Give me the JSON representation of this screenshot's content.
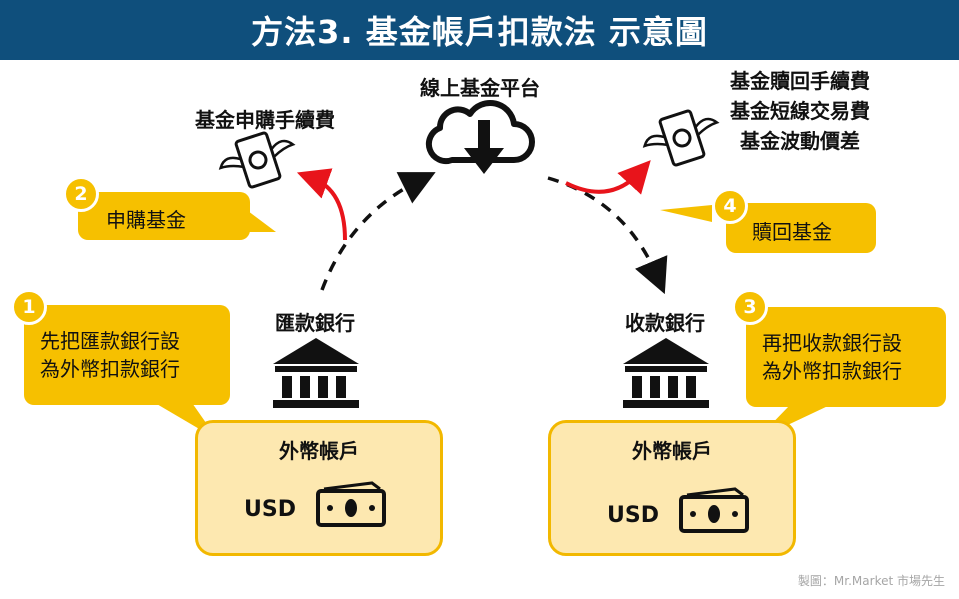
{
  "title": "方法3. 基金帳戶扣款法 示意圖",
  "platform": {
    "label": "線上基金平台",
    "icon": "cloud-download-icon"
  },
  "fees_left": {
    "label": "基金申購手續費",
    "icon": "flying-money-icon"
  },
  "fees_right": {
    "lines": [
      "基金贖回手續費",
      "基金短線交易費",
      "基金波動價差"
    ],
    "icon": "flying-money-icon"
  },
  "steps": [
    {
      "number": "1",
      "lines": [
        "先把匯款銀行設",
        "為外幣扣款銀行"
      ]
    },
    {
      "number": "2",
      "lines": [
        "申購基金"
      ]
    },
    {
      "number": "3",
      "lines": [
        "再把收款銀行設",
        "為外幣扣款銀行"
      ]
    },
    {
      "number": "4",
      "lines": [
        "贖回基金"
      ]
    }
  ],
  "banks": {
    "remit": {
      "label": "匯款銀行",
      "icon": "bank-icon"
    },
    "receive": {
      "label": "收款銀行",
      "icon": "bank-icon"
    }
  },
  "accounts": {
    "left": {
      "title": "外幣帳戶",
      "currency": "USD",
      "icon": "cash-icon"
    },
    "right": {
      "title": "外幣帳戶",
      "currency": "USD",
      "icon": "cash-icon"
    }
  },
  "colors": {
    "title_bar": "#0f4f7c",
    "bubble": "#f6c000",
    "account_fill": "#fde8b0",
    "fee_arrow": "#e8141b"
  },
  "credit": "製圖：Mr.Market 市場先生"
}
